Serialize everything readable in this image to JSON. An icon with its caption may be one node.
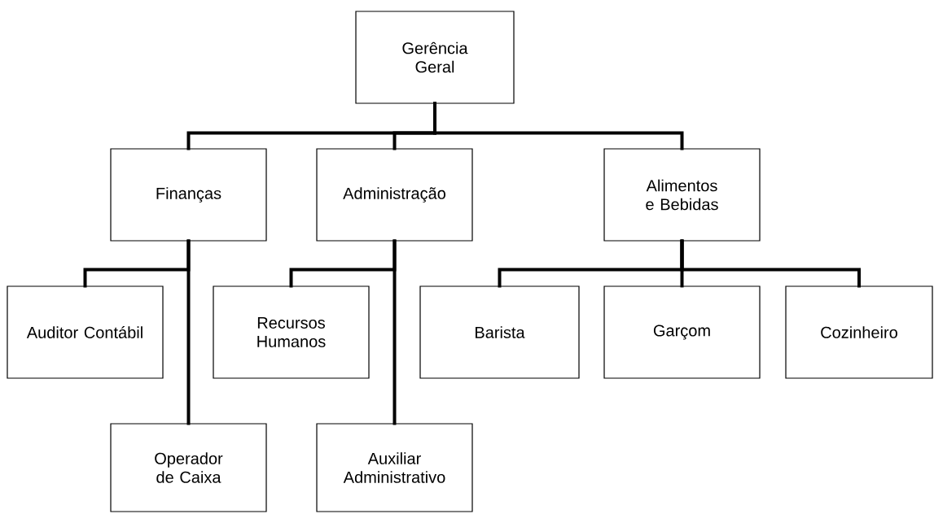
{
  "diagram": {
    "nodes": [
      {
        "text": [
          "Gerência Geral"
        ]
      },
      {
        "text": [
          "Finanças"
        ]
      },
      {
        "text": [
          "Administração"
        ]
      },
      {
        "text": [
          "Alimentos e Bebidas"
        ]
      },
      {
        "text": [
          "Auditor Contábil"
        ]
      },
      {
        "text": [
          "Recursos Humanos"
        ]
      },
      {
        "text": [
          "Barista"
        ]
      },
      {
        "text": [
          "Garçom"
        ]
      },
      {
        "text": [
          "Cozinheiro"
        ]
      },
      {
        "text": [
          "Operador de Caixa"
        ]
      },
      {
        "text": [
          "Auxiliar Administrativo"
        ]
      }
    ],
    "edges": [
      {
        "from": 0,
        "to": 1,
        "arrow": "none"
      },
      {
        "from": 0,
        "to": 2,
        "arrow": "none"
      },
      {
        "from": 0,
        "to": 3,
        "arrow": "none"
      },
      {
        "from": 1,
        "to": 4,
        "arrow": "none"
      },
      {
        "from": 1,
        "to": 9,
        "arrow": "none"
      },
      {
        "from": 2,
        "to": 5,
        "arrow": "none"
      },
      {
        "from": 2,
        "to": 10,
        "arrow": "none"
      },
      {
        "from": 3,
        "to": 6,
        "arrow": "none"
      },
      {
        "from": 3,
        "to": 7,
        "arrow": "none"
      },
      {
        "from": 3,
        "to": 8,
        "arrow": "none"
      }
    ]
  }
}
